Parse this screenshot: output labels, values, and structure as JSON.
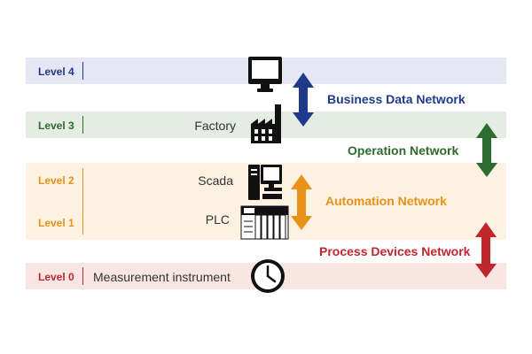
{
  "levels": [
    {
      "label": "Level 4",
      "color": "#1f3a8a",
      "band": "#e6e6f5"
    },
    {
      "label": "Level 3",
      "color": "#2e6b2e",
      "band": "#e4ece4"
    },
    {
      "label": "Level 2",
      "color": "#e8921a",
      "band": "#fdf1e2"
    },
    {
      "label": "Level 1",
      "color": "#e8921a",
      "band": "#fdf1e2"
    },
    {
      "label": "Level 0",
      "color": "#c0272d",
      "band": "#f9e6e3"
    }
  ],
  "devices": {
    "factory": "Factory",
    "scada": "Scada",
    "plc": "PLC",
    "measurement": "Measurement instrument"
  },
  "icons": [
    "monitor-icon",
    "factory-icon",
    "computer-icon",
    "plc-icon",
    "clock-icon"
  ],
  "networks": [
    {
      "label": "Business Data Network",
      "color": "#1f3a8a"
    },
    {
      "label": "Operation Network",
      "color": "#2e6b2e"
    },
    {
      "label": "Automation Network",
      "color": "#e8921a"
    },
    {
      "label": "Process Devices Network",
      "color": "#c0272d"
    }
  ]
}
